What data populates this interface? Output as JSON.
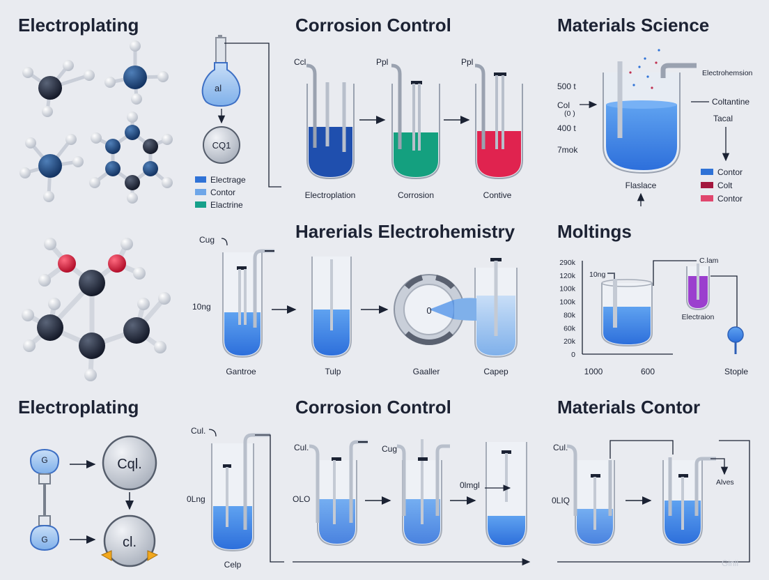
{
  "headings": {
    "r1c1": "Electroplating",
    "r1c2": "Corrosion Control",
    "r1c3": "Materials Science",
    "r2c2": "Harerials Electrohemistry",
    "r2c3": "Moltings",
    "r3c1": "Electroplating",
    "r3c2": "Corrosion Control",
    "r3c3": "Materials Contor"
  },
  "panel_a": {
    "flask_label": "al",
    "circle_label": "CQ1",
    "legend": [
      {
        "label": "Electrage",
        "color": "#2f72d6"
      },
      {
        "label": "Contor",
        "color": "#6ea6e8"
      },
      {
        "label": "Elactrine",
        "color": "#16a08a"
      }
    ]
  },
  "panel_b": {
    "top_labels": [
      "Ccl",
      "Ppl",
      "Ppl"
    ],
    "bottom_labels": [
      "Electroplation",
      "Corrosion",
      "Contive"
    ],
    "liquid_colors": [
      "#1f4fae",
      "#14a07f",
      "#e0234f"
    ]
  },
  "panel_c": {
    "left_labels": [
      "500 t",
      "Col",
      "(0 )",
      "400 t",
      "7mok"
    ],
    "right_labels": [
      "Electrohemsion",
      "Coltantine",
      "Tacal"
    ],
    "bottom_label": "Flaslace",
    "legend": [
      {
        "label": "Contor",
        "color": "#2f72d6"
      },
      {
        "label": "Colt",
        "color": "#a3173e"
      },
      {
        "label": "Contor",
        "color": "#e0466e"
      }
    ]
  },
  "panel_d": {
    "top_label": "Cug",
    "side_label": "10ng",
    "gauge_label": "0",
    "bottom_labels": [
      "Gantroe",
      "Tulp",
      "Gaaller",
      "Capep"
    ]
  },
  "panel_e": {
    "y_ticks": [
      "290k",
      "120k",
      "100k",
      "100k",
      "80k",
      "60k",
      "20k",
      "0"
    ],
    "x_ticks": [
      "1000",
      "600"
    ],
    "beaker_label": "10ng",
    "vial_label": "C.lam",
    "vial_caption": "Electraion",
    "stopper_caption": "Stople"
  },
  "panel_f": {
    "bulb_labels": [
      "G",
      "G"
    ],
    "circle_labels": [
      "Cql.",
      "cl."
    ]
  },
  "panel_g": {
    "labels_left": [
      "Cul.",
      "0Lng"
    ],
    "bottom_label": "Celp"
  },
  "panel_h": {
    "labels": [
      "Cul.",
      "Cug",
      "OLO",
      "0lmgl"
    ]
  },
  "panel_i": {
    "labels": [
      "Cul.",
      "0LIQ",
      "Alves"
    ]
  },
  "watermark": "Ginii"
}
